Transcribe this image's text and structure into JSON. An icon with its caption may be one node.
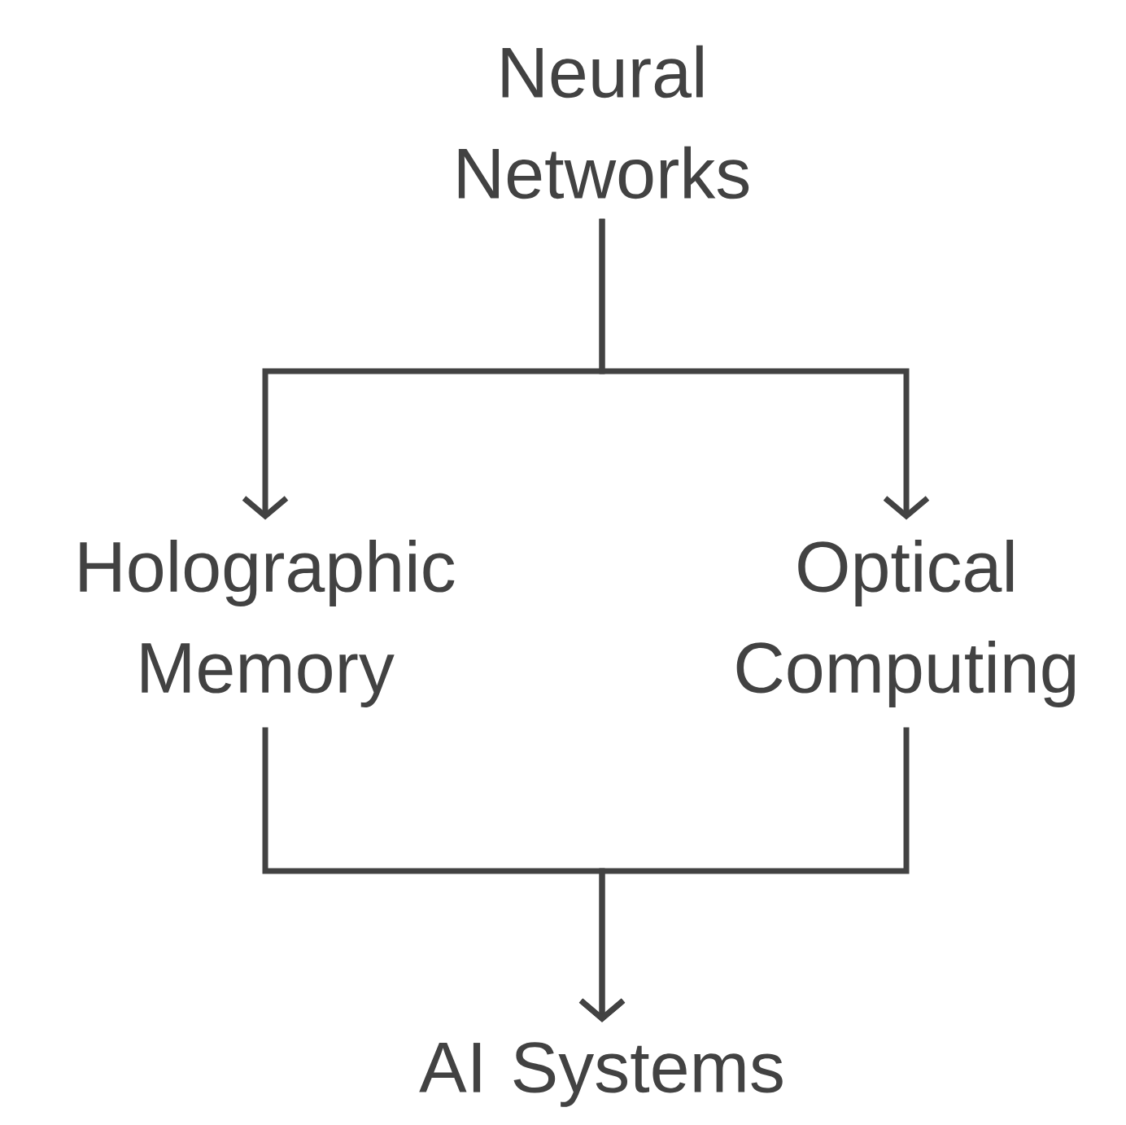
{
  "diagram": {
    "nodes": [
      {
        "text": [
          "Neural Networks"
        ]
      },
      {
        "text": [
          "Holographic Memory"
        ]
      },
      {
        "text": [
          "Optical Computing"
        ]
      },
      {
        "text": [
          "AI Systems"
        ]
      }
    ],
    "edges": [
      {
        "from": 0,
        "to": 1,
        "arrow": "to"
      },
      {
        "from": 0,
        "to": 2,
        "arrow": "to"
      },
      {
        "from": 1,
        "to": 3,
        "arrow": "to"
      },
      {
        "from": 2,
        "to": 3,
        "arrow": "to"
      }
    ]
  }
}
